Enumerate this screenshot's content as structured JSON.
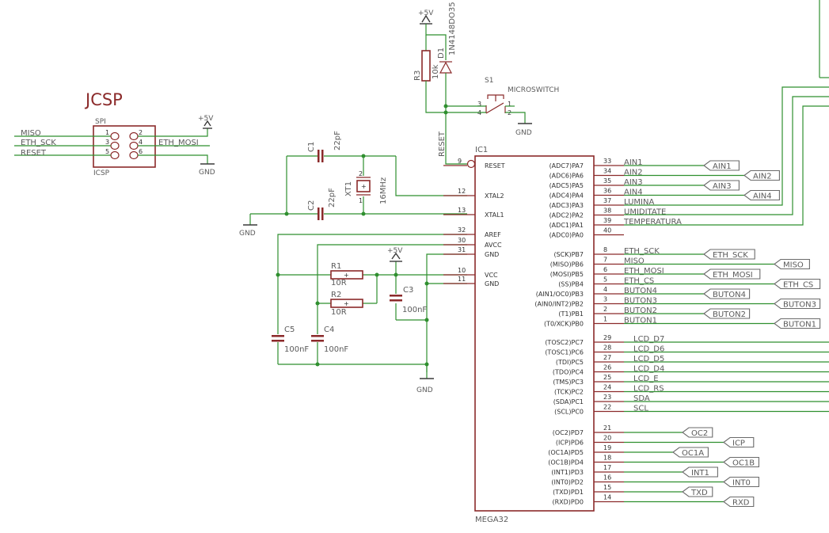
{
  "icsp": {
    "title": "JCSP",
    "header_label": "SPI",
    "name": "ICSP",
    "pins": [
      "1",
      "2",
      "3",
      "4",
      "5",
      "6"
    ],
    "nets": {
      "miso": "MISO",
      "sck": "ETH_SCK",
      "reset": "RESET",
      "mosi": "ETH_MOSI"
    }
  },
  "power": {
    "vcc": "+5V",
    "gnd": "GND"
  },
  "reset_circuit": {
    "r3": "R3",
    "r3_value": "10k",
    "d1": "D1",
    "d1_value": "1N4148DO35",
    "s1": "S1",
    "s1_value": "MICROSWITCH",
    "s1_pins": [
      "3",
      "4",
      "1",
      "2"
    ],
    "net": "RESET"
  },
  "crystal": {
    "c1": "C1",
    "c1_value": "22pF",
    "c2": "C2",
    "c2_value": "22pF",
    "xt1": "XT1",
    "xt1_value": "16MHz",
    "xt1_pins": [
      "2",
      "1"
    ]
  },
  "analog_supply": {
    "r1": "R1",
    "r1_value": "10R",
    "r2": "R2",
    "r2_value": "10R",
    "c3": "C3",
    "c3_value": "100nF",
    "c4": "C4",
    "c4_value": "100nF",
    "c5": "C5",
    "c5_value": "100nF"
  },
  "ic": {
    "ref": "IC1",
    "part": "MEGA32",
    "left_pins": [
      {
        "num": "9",
        "name": "RESET"
      },
      {
        "num": "12",
        "name": "XTAL2"
      },
      {
        "num": "13",
        "name": "XTAL1"
      },
      {
        "num": "32",
        "name": "AREF"
      },
      {
        "num": "30",
        "name": "AVCC"
      },
      {
        "num": "31",
        "name": "GND"
      },
      {
        "num": "10",
        "name": "VCC"
      },
      {
        "num": "11",
        "name": "GND"
      }
    ],
    "right_pins": [
      {
        "num": "33",
        "name": "(ADC7)PA7",
        "net": "AIN1",
        "flag": "AIN1"
      },
      {
        "num": "34",
        "name": "(ADC6)PA6",
        "net": "AIN2",
        "flag": "AIN2"
      },
      {
        "num": "35",
        "name": "(ADC5)PA5",
        "net": "AIN3",
        "flag": "AIN3"
      },
      {
        "num": "36",
        "name": "(ADC4)PA4",
        "net": "AIN4",
        "flag": "AIN4"
      },
      {
        "num": "37",
        "name": "(ADC3)PA3",
        "net": "LUMINA",
        "flag": ""
      },
      {
        "num": "38",
        "name": "(ADC2)PA2",
        "net": "UMIDITATE",
        "flag": ""
      },
      {
        "num": "39",
        "name": "(ADC1)PA1",
        "net": "TEMPERATURA",
        "flag": ""
      },
      {
        "num": "40",
        "name": "(ADC0)PA0",
        "net": "",
        "flag": ""
      },
      {
        "num": "8",
        "name": "(SCK)PB7",
        "net": "ETH_SCK",
        "flag": "ETH_SCK"
      },
      {
        "num": "7",
        "name": "(MISO)PB6",
        "net": "MISO",
        "flag": "MISO"
      },
      {
        "num": "6",
        "name": "(MOSI)PB5",
        "net": "ETH_MOSI",
        "flag": "ETH_MOSI"
      },
      {
        "num": "5",
        "name": "(SS)PB4",
        "net": "ETH_CS",
        "flag": "ETH_CS"
      },
      {
        "num": "4",
        "name": "(AIN1/OC0)PB3",
        "net": "BUTON4",
        "flag": "BUTON4"
      },
      {
        "num": "3",
        "name": "(AIN0/INT2)PB2",
        "net": "BUTON3",
        "flag": "BUTON3"
      },
      {
        "num": "2",
        "name": "(T1)PB1",
        "net": "BUTON2",
        "flag": "BUTON2"
      },
      {
        "num": "1",
        "name": "(T0/XCK)PB0",
        "net": "BUTON1",
        "flag": "BUTON1"
      },
      {
        "num": "29",
        "name": "(TOSC2)PC7",
        "net": "LCD_D7",
        "flag": ""
      },
      {
        "num": "28",
        "name": "(TOSC1)PC6",
        "net": "LCD_D6",
        "flag": ""
      },
      {
        "num": "27",
        "name": "(TDI)PC5",
        "net": "LCD_D5",
        "flag": ""
      },
      {
        "num": "26",
        "name": "(TDO)PC4",
        "net": "LCD_D4",
        "flag": ""
      },
      {
        "num": "25",
        "name": "(TMS)PC3",
        "net": "LCD_E",
        "flag": ""
      },
      {
        "num": "24",
        "name": "(TCK)PC2",
        "net": "LCD_RS",
        "flag": ""
      },
      {
        "num": "23",
        "name": "(SDA)PC1",
        "net": "SDA",
        "flag": ""
      },
      {
        "num": "22",
        "name": "(SCL)PC0",
        "net": "SCL",
        "flag": ""
      },
      {
        "num": "21",
        "name": "(OC2)PD7",
        "net": "",
        "flag": "OC2"
      },
      {
        "num": "20",
        "name": "(ICP)PD6",
        "net": "",
        "flag": "ICP"
      },
      {
        "num": "19",
        "name": "(OC1A)PD5",
        "net": "",
        "flag": "OC1A"
      },
      {
        "num": "18",
        "name": "(OC1B)PD4",
        "net": "",
        "flag": "OC1B"
      },
      {
        "num": "17",
        "name": "(INT1)PD3",
        "net": "",
        "flag": "INT1"
      },
      {
        "num": "16",
        "name": "(INT0)PD2",
        "net": "",
        "flag": "INT0"
      },
      {
        "num": "15",
        "name": "(TXD)PD1",
        "net": "",
        "flag": "TXD"
      },
      {
        "num": "14",
        "name": "(RXD)PD0",
        "net": "",
        "flag": "RXD"
      }
    ]
  },
  "colors": {
    "wire": "#2f8f2f",
    "part": "#8b2a2a",
    "text": "#5a5a5a",
    "background": "#ffffff"
  }
}
